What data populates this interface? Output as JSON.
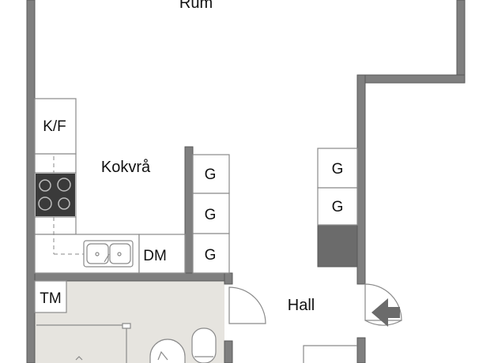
{
  "rooms": {
    "rum": "Rum",
    "kokvra": "Kokvrå",
    "hall": "Hall"
  },
  "fixtures": {
    "kf": "K/F",
    "dm": "DM",
    "tm": "TM",
    "g1": "G",
    "g2": "G",
    "g3": "G",
    "g4": "G",
    "g5": "G"
  },
  "colors": {
    "wall": "#7f7f7f",
    "wall_outline": "#5a5a5a",
    "bath_floor": "#e6e4df",
    "fixture_line": "#8a8a8a",
    "stove": "#3a3a3a"
  },
  "icons": {
    "entrance": "entrance-arrow-icon"
  }
}
